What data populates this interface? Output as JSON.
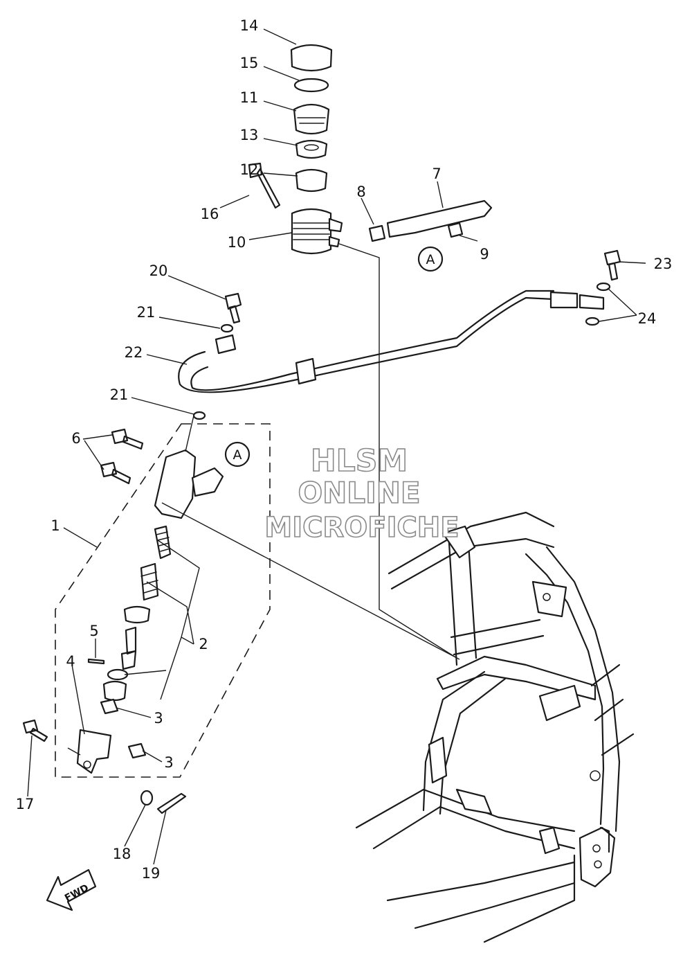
{
  "callouts": {
    "c1": "1",
    "c2": "2",
    "c3a": "3",
    "c3b": "3",
    "c4": "4",
    "c5": "5",
    "c6": "6",
    "c7": "7",
    "c8": "8",
    "c9": "9",
    "c10": "10",
    "c11": "11",
    "c12": "12",
    "c13": "13",
    "c14": "14",
    "c15": "15",
    "c16": "16",
    "c17": "17",
    "c18": "18",
    "c19": "19",
    "c20": "20",
    "c21a": "21",
    "c21b": "21",
    "c22": "22",
    "c23": "23",
    "c24": "24"
  },
  "reference_marks": {
    "upper": "A",
    "lower": "A"
  },
  "watermark": {
    "line1": "HLSM",
    "line2": "ONLINE",
    "line3": "MICROFICHE"
  },
  "direction_badge": "FWD"
}
